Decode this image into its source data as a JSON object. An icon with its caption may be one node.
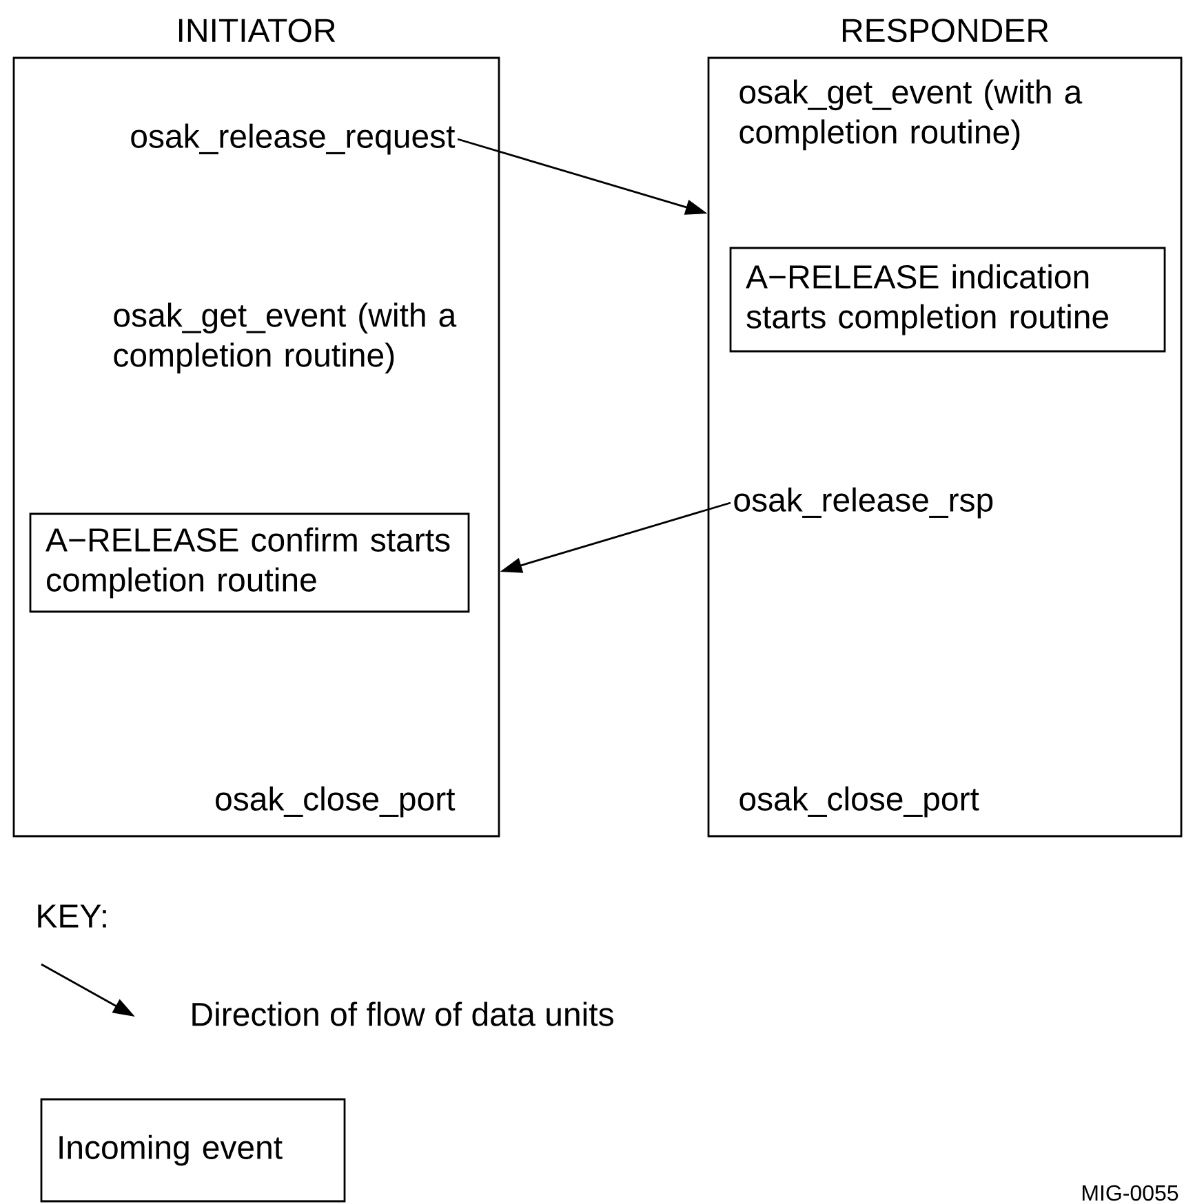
{
  "diagram": {
    "nodes": [
      {
        "text": [
          "INITIATOR"
        ]
      },
      {
        "text": [
          "RESPONDER"
        ]
      },
      {
        "text": [
          "osak_release_request"
        ],
        "in": 0
      },
      {
        "text": [
          "A−RELEASE confirm starts completion routine"
        ],
        "in": 0
      },
      {
        "text": [
          "A−RELEASE indication starts completion routine"
        ],
        "in": 1
      },
      {
        "text": [
          "osak_release_rsp"
        ],
        "in": 1
      },
      {
        "text": [
          "Incoming event"
        ]
      }
    ],
    "edges": [
      {
        "from": 2,
        "to": 1,
        "arrow": "to"
      },
      {
        "from": 5,
        "to": 0,
        "arrow": "to"
      }
    ],
    "labels": [
      "osak_get_event (with a completion routine)",
      "osak_get_event (with a completion routine)",
      "osak_close_port",
      "osak_close_port",
      "KEY:",
      "MIG-0055"
    ],
    "legend": [
      {
        "text": "Direction of flow of data units"
      }
    ]
  }
}
